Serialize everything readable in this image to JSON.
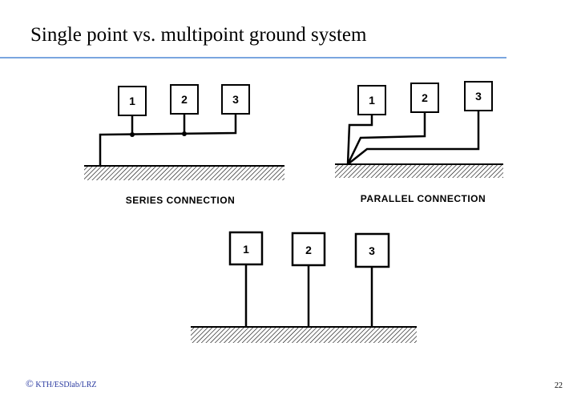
{
  "title": "Single point vs. multipoint ground system",
  "diagrams": {
    "series": {
      "caption": "SERIES CONNECTION",
      "boxes": [
        "1",
        "2",
        "3"
      ]
    },
    "parallel": {
      "caption": "PARALLEL CONNECTION",
      "boxes": [
        "1",
        "2",
        "3"
      ]
    },
    "multipoint": {
      "boxes": [
        "1",
        "2",
        "3"
      ]
    }
  },
  "footer": {
    "copyright_symbol": "©",
    "text": "KTH/ESDlab/LRZ",
    "page": "22"
  },
  "colors": {
    "accent_rule": "#7aa6df",
    "footer_text": "#2a3aa0"
  }
}
